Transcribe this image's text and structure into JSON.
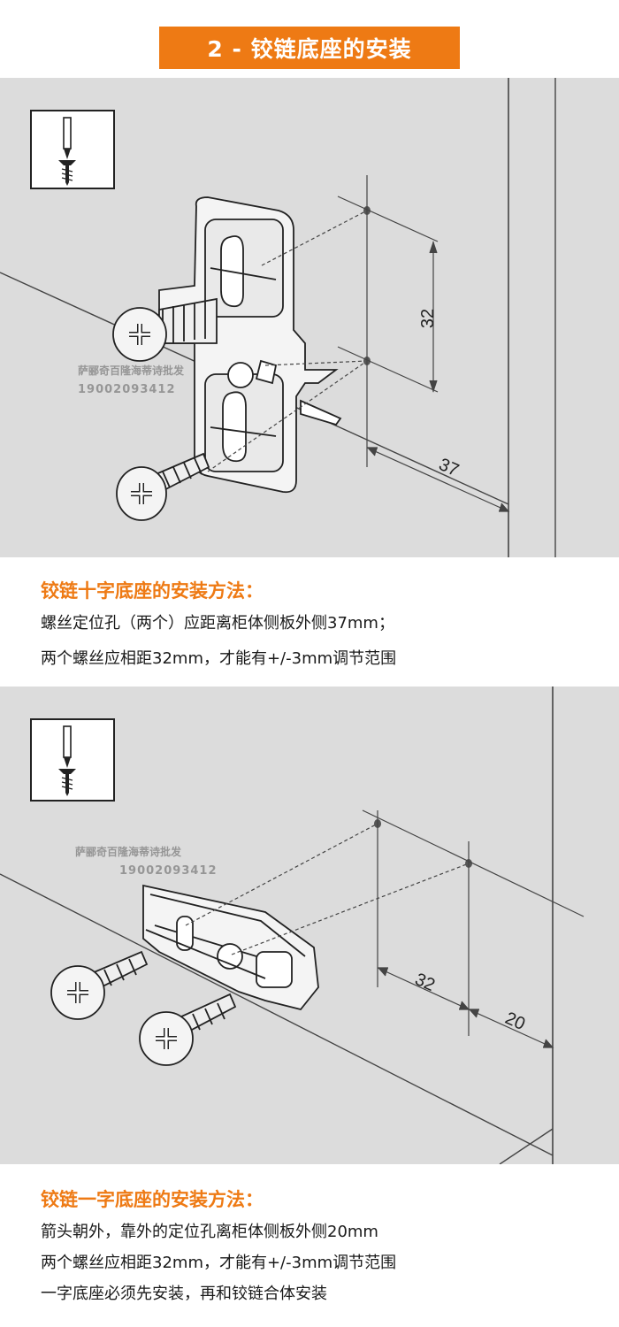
{
  "header": {
    "title": "2 - 铰链底座的安装"
  },
  "watermark": {
    "shop": "萨郦奇百隆海蒂诗批发",
    "phone": "19002093412"
  },
  "illustration_1": {
    "dim_vertical": "32",
    "dim_horizontal": "37",
    "tool_icon": "screwdriver-icon"
  },
  "section_1": {
    "title": "铰链十字底座的安装方法：",
    "lines": [
      "螺丝定位孔（两个）应距离柜体侧板外侧37mm；",
      "两个螺丝应相距32mm，才能有+/-3mm调节范围"
    ]
  },
  "illustration_2": {
    "dim_left": "32",
    "dim_right": "20",
    "tool_icon": "screwdriver-icon"
  },
  "section_2": {
    "title": "铰链一字底座的安装方法：",
    "lines": [
      "箭头朝外，靠外的定位孔离柜体侧板外侧20mm",
      "两个螺丝应相距32mm，才能有+/-3mm调节范围",
      "一字底座必须先安装，再和铰链合体安装"
    ]
  },
  "colors": {
    "accent": "#ee7a14",
    "illustration_bg": "#dcdcdc"
  }
}
